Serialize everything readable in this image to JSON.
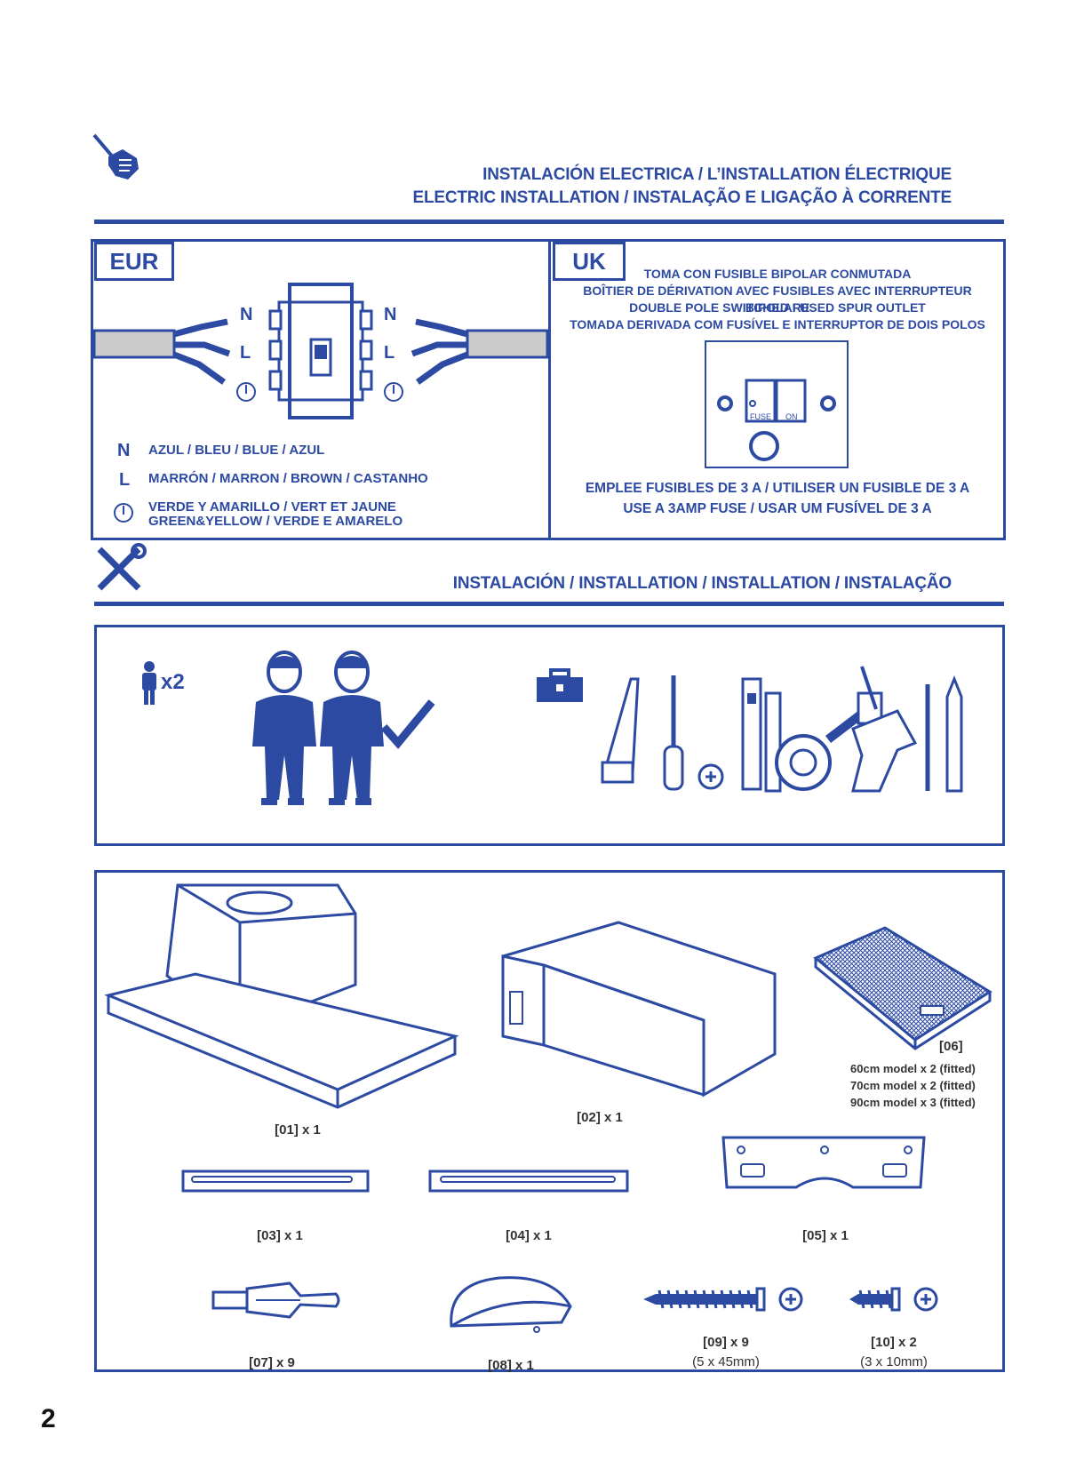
{
  "electric": {
    "title_line1": "INSTALACIÓN ELECTRICA / L’INSTALLATION ÉLECTRIQUE",
    "title_line2": "ELECTRIC INSTALLATION / INSTALAÇÃO E LIGAÇÃO À CORRENTE",
    "icon": "hand-screwdriver-icon"
  },
  "eur": {
    "tag": "EUR",
    "wire_n": "N",
    "wire_l": "L",
    "legend": [
      {
        "key": "N",
        "text": "AZUL / BLEU / BLUE / AZUL"
      },
      {
        "key": "L",
        "text": "MARRÓN / MARRON / BROWN / CASTANHO"
      },
      {
        "key": "earth-icon",
        "text1": "VERDE Y AMARILLO / VERT ET JAUNE",
        "text2": "GREEN&YELLOW / VERDE E AMARELO"
      }
    ]
  },
  "uk": {
    "tag": "UK",
    "lines": [
      "TOMA CON FUSIBLE BIPOLAR CONMUTADA",
      "BOÎTIER DE DÉRIVATION AVEC FUSIBLES AVEC INTERRUPTEUR BIPOLARE",
      "DOUBLE POLE SWITCHED FUSED SPUR OUTLET",
      "TOMADA DERIVADA COM FUSÍVEL E INTERRUPTOR DE DOIS POLOS"
    ],
    "switch_fuse": "FUSE",
    "switch_on": "ON",
    "fuse_line1": "EMPLEE FUSIBLES DE 3 A / UTILISER UN FUSIBLE DE 3 A",
    "fuse_line2": "USE A 3AMP FUSE / USAR UM FUSÍVEL DE 3 A"
  },
  "installation": {
    "title": "INSTALACIÓN / INSTALLATION / INSTALLATION /  INSTALAÇÃO",
    "icon": "tools-icon",
    "persons": "x2"
  },
  "parts": {
    "p01": "[01] x 1",
    "p02": "[02] x 1",
    "p03": "[03] x 1",
    "p04": "[04] x 1",
    "p05": "[05] x 1",
    "p06": "[06]",
    "p06_notes": [
      "60cm model x 2 (fitted)",
      "70cm model x 2 (fitted)",
      "90cm model x 3 (fitted)"
    ],
    "p07": "[07] x 9",
    "p08": "[08] x 1",
    "p09": "[09] x 9",
    "p09_size": "(5 x 45mm)",
    "p10": "[10] x 2",
    "p10_size": "(3 x 10mm)"
  },
  "page_number": "2",
  "colors": {
    "accent": "#2d4aa3"
  }
}
